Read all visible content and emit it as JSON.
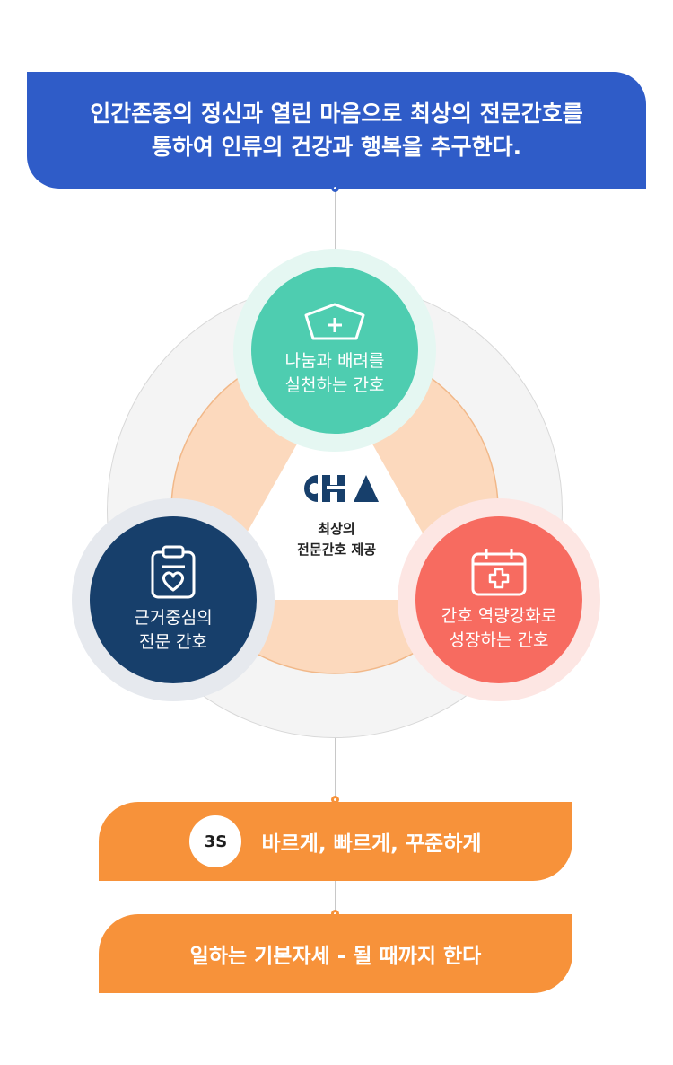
{
  "mission": {
    "line1": "인간존중의 정신과 열린 마음으로 최상의 전문간호를",
    "line2": "통하여 인류의 건강과 행복을 추구한다."
  },
  "center": {
    "logo": "CHA",
    "line1": "최상의",
    "line2": "전문간호 제공"
  },
  "nodes": {
    "top": {
      "line1": "나눔과 배려를",
      "line2": "실천하는 간호",
      "icon": "nurse-cap-icon",
      "color": "#4ecdb0"
    },
    "left": {
      "line1": "근거중심의",
      "line2": "전문 간호",
      "icon": "clipboard-heart-icon",
      "color": "#173f6b"
    },
    "right": {
      "line1": "간호 역량강화로",
      "line2": "성장하는 간호",
      "icon": "calendar-cross-icon",
      "color": "#f76b60"
    }
  },
  "values": {
    "badge": "3S",
    "three_s": "바르게, 빠르게, 꾸준하게",
    "attitude": "일하는 기본자세 - 될 때까지 한다"
  },
  "colors": {
    "mission_bg": "#2f5cc8",
    "triangle": "#fcd9bd",
    "pill": "#f7923a"
  }
}
